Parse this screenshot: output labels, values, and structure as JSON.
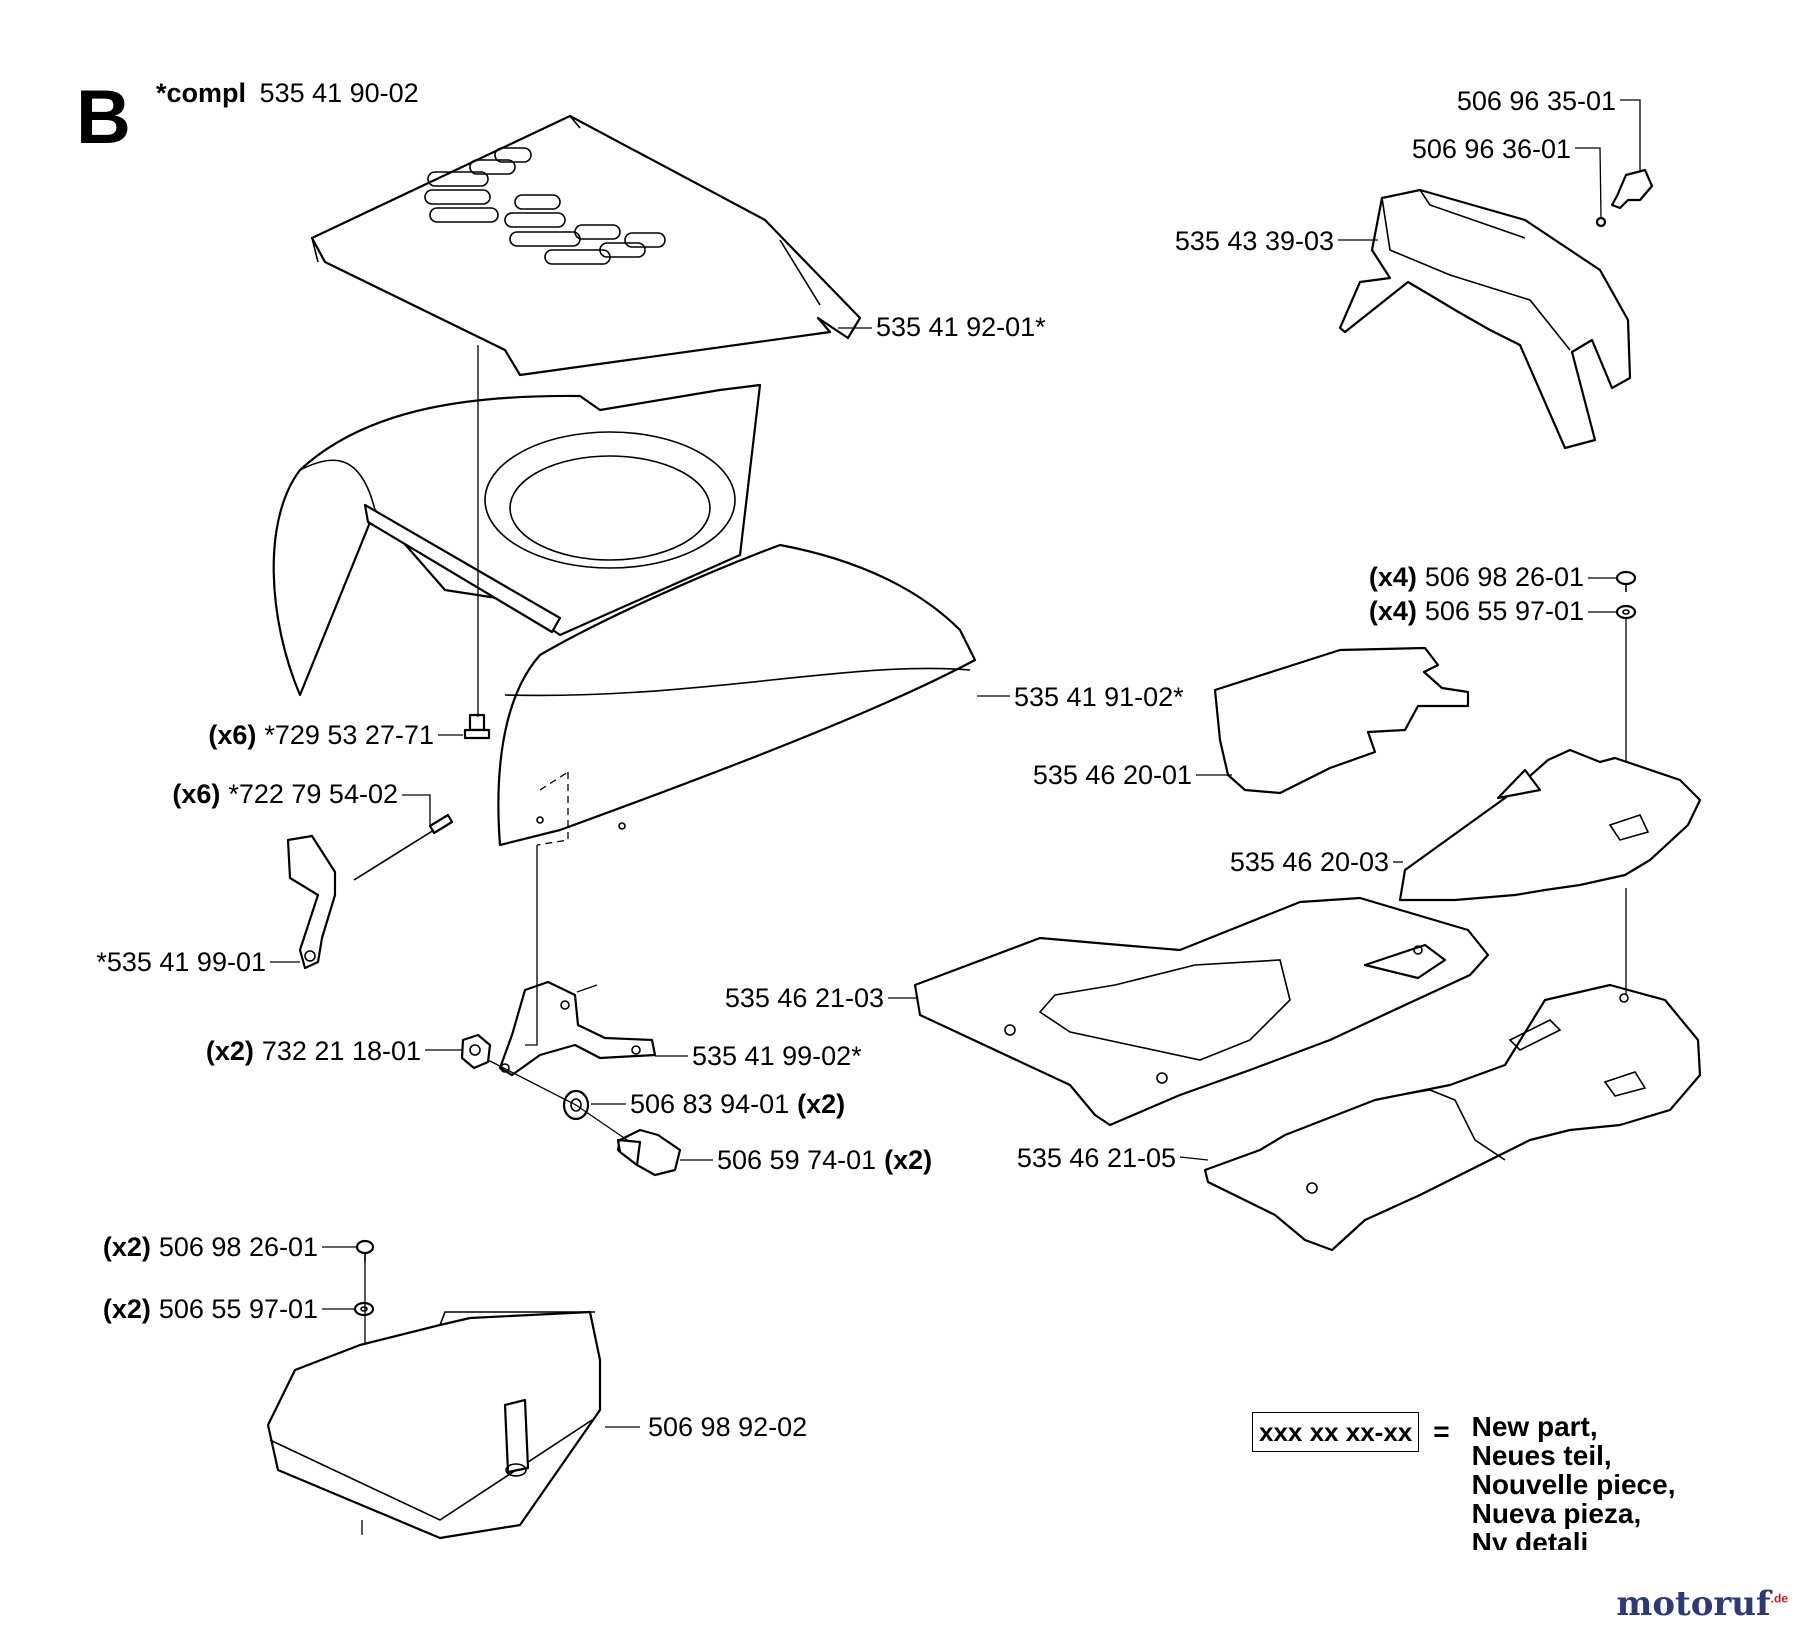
{
  "section": {
    "letter": "B",
    "compl_label": "*compl",
    "compl_number": "535 41 90-02"
  },
  "labels": {
    "p1": "506 96 35-01",
    "p2": "506 96 36-01",
    "p3": "535 43 39-03",
    "p4": "535 41 92-01*",
    "p5_qty": "(x4)",
    "p5": "506 98 26-01",
    "p6_qty": "(x4)",
    "p6": "506 55 97-01",
    "p7": "535 41 91-02*",
    "p8_qty": "(x6)",
    "p8": "*729 53 27-71",
    "p9": "535 46 20-01",
    "p10_qty": "(x6)",
    "p10": "*722 79 54-02",
    "p11": "535 46 20-03",
    "p12": "*535 41 99-01",
    "p13": "535 46 21-03",
    "p14": "535 41 99-02*",
    "p15_qty": "(x2)",
    "p15": "732 21 18-01",
    "p16": "506 83 94-01",
    "p16_qty": "(x2)",
    "p17": "506 59 74-01",
    "p17_qty": "(x2)",
    "p18": "535 46 21-05",
    "p19_qty": "(x2)",
    "p19": "506 98 26-01",
    "p20_qty": "(x2)",
    "p20": "506 55 97-01",
    "p21": "506 98 92-02"
  },
  "legend": {
    "box": "xxx xx xx-xx",
    "equals": "=",
    "lines": [
      "New part,",
      "Neues teil,",
      "Nouvelle piece,",
      "Nueva pieza,",
      "Ny detalj"
    ]
  },
  "brand": {
    "name": "motoruf",
    "tld": ".de",
    "color": "#2d3a7a"
  }
}
